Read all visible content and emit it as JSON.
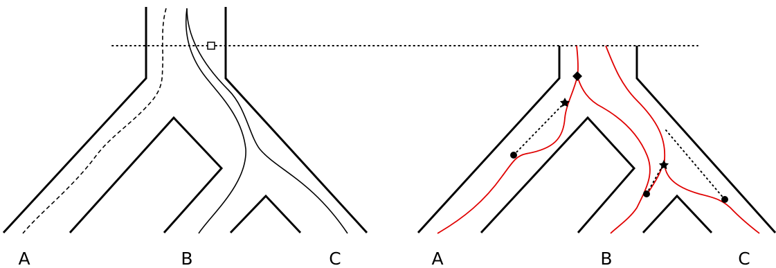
{
  "panels": [
    {
      "id": "left",
      "tip_labels": [
        "A",
        "B",
        "C"
      ]
    },
    {
      "id": "right",
      "tip_labels": [
        "A",
        "B",
        "C"
      ]
    }
  ],
  "markers": {
    "left": [
      "open-square"
    ],
    "right": [
      "diamond",
      "star",
      "star",
      "circle",
      "circle",
      "circle"
    ]
  },
  "colors": {
    "tree": "#000000",
    "gene_lineage": "#e00000",
    "reference_line": "#000000"
  }
}
